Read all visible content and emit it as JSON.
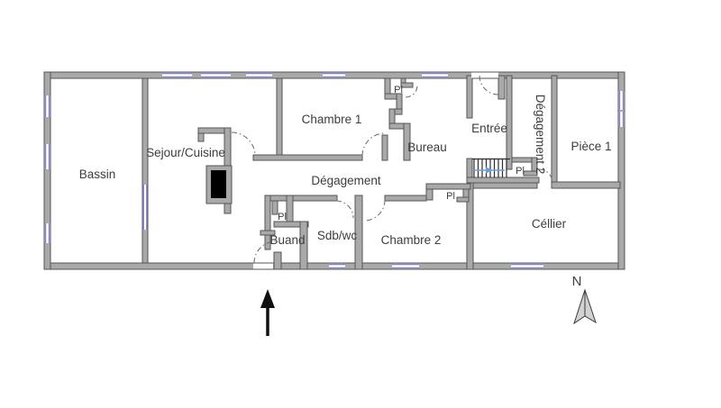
{
  "plan": {
    "rooms": {
      "bassin": "Bassin",
      "sejour_cuisine": "Sejour/Cuisine",
      "chambre1": "Chambre 1",
      "bureau": "Bureau",
      "entree": "Entrée",
      "degagement2": "Dégagement 2",
      "piece1": "Pièce 1",
      "degagement": "Dégagement",
      "buand": "Buand",
      "sdb_wc": "Sdb/wc",
      "chambre2": "Chambre 2",
      "cellier": "Céllier"
    },
    "closet_label": "Pl",
    "compass_north": "N"
  },
  "colors": {
    "wall_fill": "#a9a9a9",
    "wall_stroke": "#555555",
    "window": "#8585cc",
    "door_arc": "#707070",
    "stair_arrow": "#6f9fd8",
    "label_text": "#3d3d3d",
    "north_fill": "#d2d2d2",
    "north_stroke": "#3a3a3a",
    "entrance_arrow": "#111111",
    "fireplace": "#000000"
  }
}
